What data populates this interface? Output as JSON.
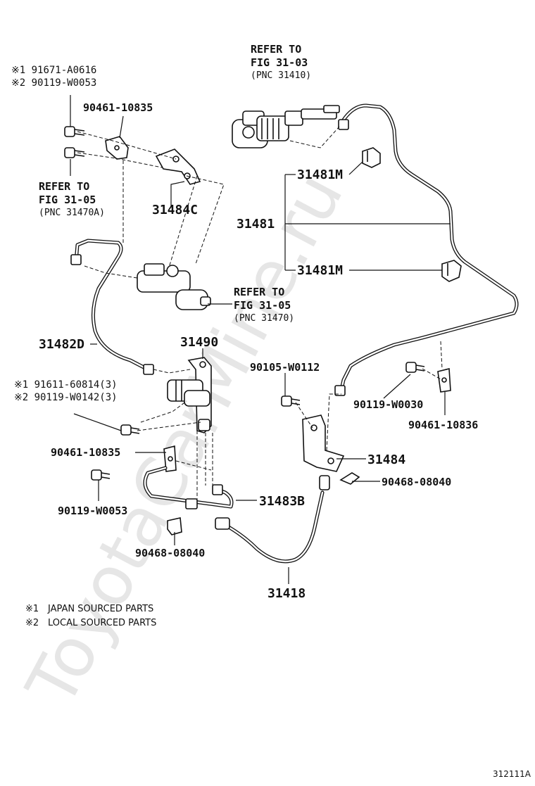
{
  "watermark": "ToyotaCarMine.ru",
  "figure_code": "312111A",
  "legend": {
    "note1_mark": "※1",
    "note1_text": "JAPAN SOURCED PARTS",
    "note2_mark": "※2",
    "note2_text": "LOCAL SOURCED PARTS"
  },
  "refs": {
    "fig_31_03": {
      "line1": "REFER TO",
      "line2": "FIG 31-03",
      "line3": "(PNC 31410)"
    },
    "fig_31_05a": {
      "line1": "REFER TO",
      "line2": "FIG 31-05",
      "line3": "(PNC 31470A)"
    },
    "fig_31_05": {
      "line1": "REFER TO",
      "line2": "FIG 31-05",
      "line3": "(PNC 31470)"
    }
  },
  "parts": {
    "p91671_a0616": "※1 91671-A0616",
    "p90119_w0053_top": "※2 90119-W0053",
    "p90461_10835_top": "90461-10835",
    "p31484c": "31484C",
    "p31481m_top": "31481M",
    "p31481": "31481",
    "p31481m_bottom": "31481M",
    "p31482d": "31482D",
    "p31490": "31490",
    "p91611_60814": "※1 91611-60814(3)",
    "p90119_w0142": "※2 90119-W0142(3)",
    "p90105_w0112": "90105-W0112",
    "p90119_w0030": "90119-W0030",
    "p90461_10836": "90461-10836",
    "p90461_10835_mid": "90461-10835",
    "p31484": "31484",
    "p90468_08040_right": "90468-08040",
    "p90119_w0053_mid": "90119-W0053",
    "p31483b": "31483B",
    "p90468_08040_left": "90468-08040",
    "p31418": "31418"
  }
}
